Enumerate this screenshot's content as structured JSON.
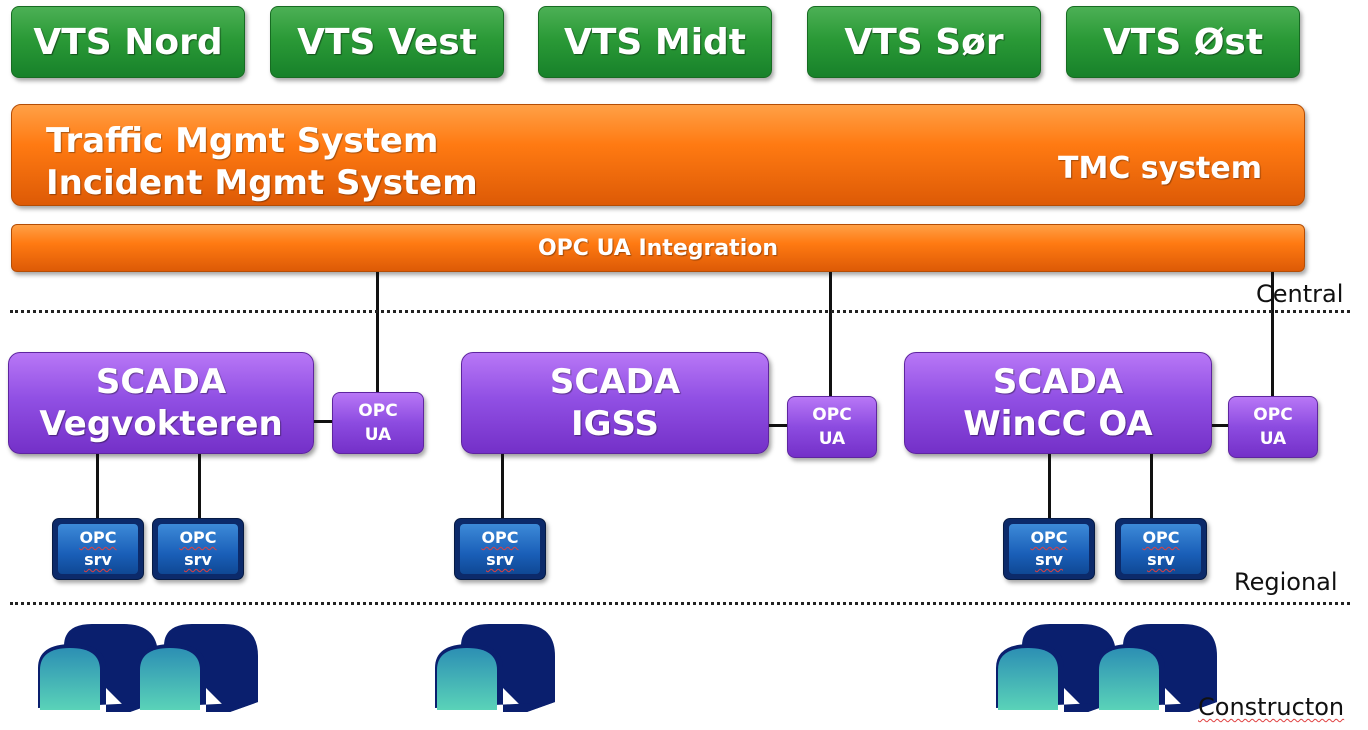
{
  "vts": [
    "VTS Nord",
    "VTS Vest",
    "VTS Midt",
    "VTS Sør",
    "VTS Øst"
  ],
  "tmc": {
    "line1": "Traffic Mgmt System",
    "line2": "Incident Mgmt System",
    "right": "TMC system"
  },
  "integration": "OPC UA Integration",
  "levels": {
    "central": "Central",
    "regional": "Regional",
    "construction": "Constructon"
  },
  "scada": [
    {
      "l1": "SCADA",
      "l2": "Vegvokteren"
    },
    {
      "l1": "SCADA",
      "l2": "IGSS"
    },
    {
      "l1": "SCADA",
      "l2": "WinCC OA"
    }
  ],
  "opcua": {
    "l1": "OPC",
    "l2": "UA"
  },
  "opcsrv": {
    "l1": "OPC",
    "l2": "srv"
  },
  "colors": {
    "vts_green": "#2b9a37",
    "tmc_orange": "#ff7a12",
    "scada_purple": "#9150e4",
    "opc_server_blue": "#1a5fb8",
    "tunnel_navy": "#0a1f6e",
    "tunnel_teal": "#5ad3b8"
  }
}
